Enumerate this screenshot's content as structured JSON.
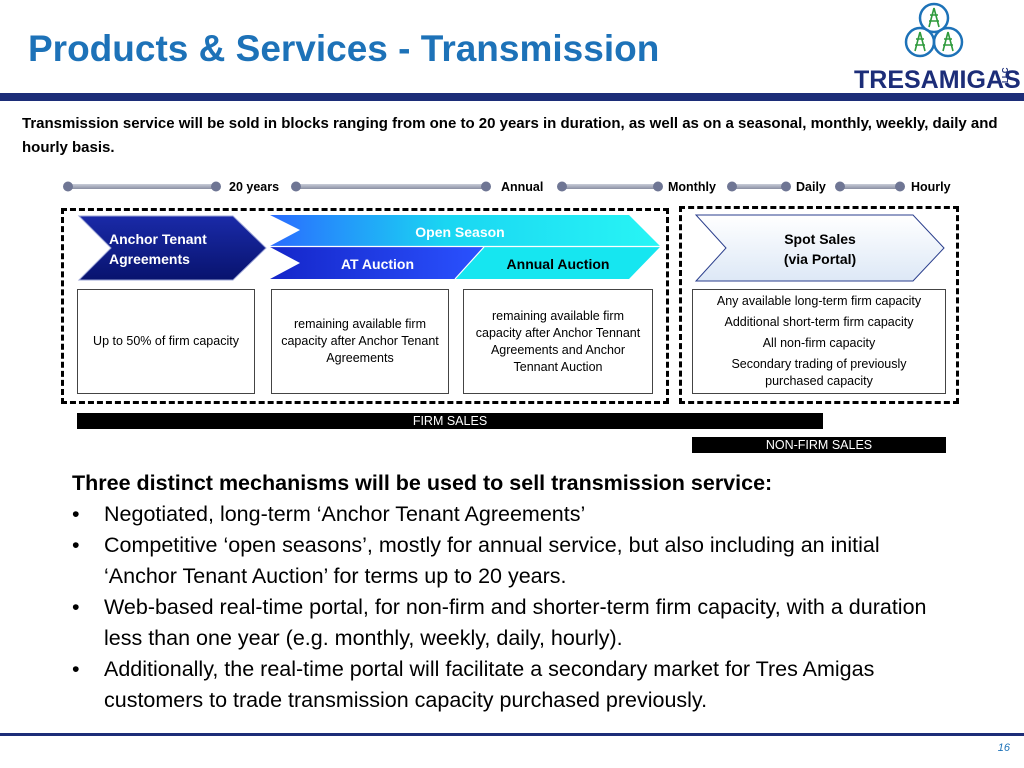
{
  "header": {
    "title": "Products & Services - Transmission",
    "logo_text": "TRESAMIGAS",
    "logo_suffix": "LLC"
  },
  "intro": "Transmission service will be sold in blocks ranging from one to 20 years in duration, as well as on a seasonal, monthly, weekly, daily and hourly basis.",
  "timeline": {
    "labels": [
      "20 years",
      "Annual",
      "Monthly",
      "Daily",
      "Hourly"
    ]
  },
  "chevrons": {
    "anchor": "Anchor Tenant\nAgreements",
    "open_season": "Open Season",
    "at_auction": "AT Auction",
    "annual_auction": "Annual Auction",
    "spot_sales": "Spot Sales\n(via Portal)"
  },
  "boxes": {
    "anchor": "Up to 50% of firm capacity",
    "at_auction": "remaining  available firm capacity after Anchor Tenant  Agreements",
    "annual_auction": "remaining available firm capacity after Anchor Tennant Agreements and Anchor Tennant Auction",
    "spot_items": [
      "Any available long-term firm capacity",
      "Additional short-term firm capacity",
      "All non-firm capacity",
      "Secondary trading of previously purchased capacity"
    ]
  },
  "bars": {
    "firm": "FIRM SALES",
    "non_firm": "NON-FIRM SALES"
  },
  "body": {
    "heading": "Three distinct mechanisms will be used to sell transmission service:",
    "bullet_glyph": "•",
    "bullets": [
      "Negotiated, long-term ‘Anchor Tenant Agreements’",
      "Competitive ‘open seasons’, mostly for annual service, but also including an initial ‘Anchor Tenant Auction’ for terms up to 20 years.",
      "Web-based real-time portal, for non-firm and shorter-term firm capacity, with a duration less than one year (e.g. monthly, weekly, daily, hourly).",
      "Additionally, the real-time portal will facilitate a secondary market for Tres Amigas customers to trade transmission capacity purchased previously."
    ]
  },
  "footer": {
    "page_number": "16"
  },
  "colors": {
    "title_blue": "#1d72b8",
    "rule_navy": "#1c2d78",
    "chevron_navy": "#0a1a8c",
    "chevron_blue": "#1d2ee0",
    "chevron_cyan": "#16e6f0",
    "logo_green": "#2e9a3c"
  }
}
